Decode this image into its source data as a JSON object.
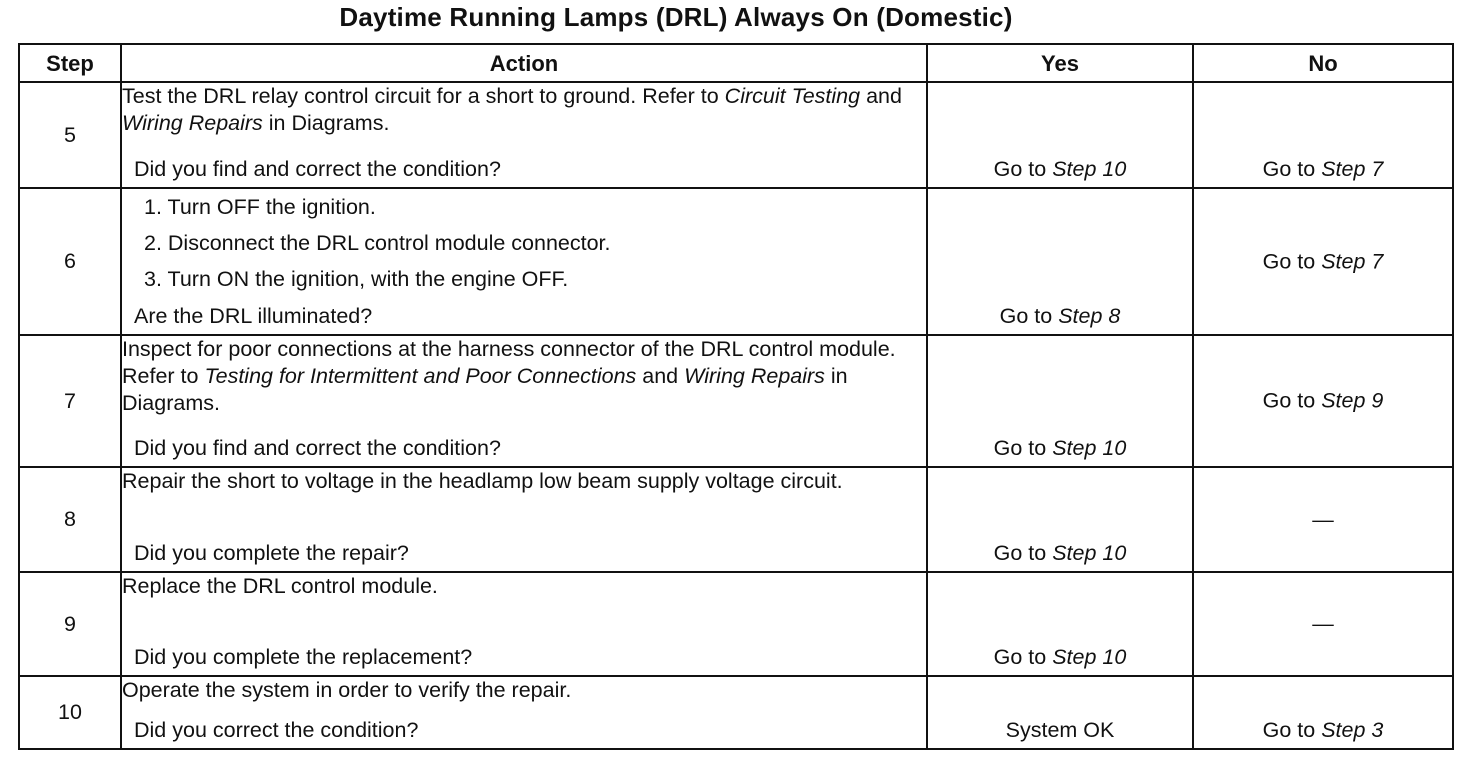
{
  "title": "Daytime Running Lamps (DRL) Always On (Domestic)",
  "columns": {
    "step": "Step",
    "action": "Action",
    "yes": "Yes",
    "no": "No"
  },
  "rows": [
    {
      "step": "5",
      "action_parts": [
        "Test the DRL relay control circuit for a short to ground. Refer to ",
        "Circuit Testing",
        " and ",
        "Wiring Repairs",
        " in Diagrams."
      ],
      "question": "Did you find and correct the condition?",
      "yes_prefix": "Go to ",
      "yes_ref": "Step 10",
      "no_prefix": "Go to ",
      "no_ref": "Step 7"
    },
    {
      "step": "6",
      "action_list": [
        "1.  Turn OFF the ignition.",
        "2.  Disconnect the DRL control module connector.",
        "3.  Turn ON the ignition, with the engine OFF."
      ],
      "question": "Are the DRL illuminated?",
      "yes_prefix": "Go to ",
      "yes_ref": "Step 8",
      "no_prefix": "Go to ",
      "no_ref": "Step 7"
    },
    {
      "step": "7",
      "action_parts": [
        "Inspect for poor connections at the harness connector of the DRL control module. Refer to ",
        "Testing for Intermittent and Poor Connections",
        " and ",
        "Wiring Repairs",
        " in Diagrams."
      ],
      "question": "Did you find and correct the condition?",
      "yes_prefix": "Go to ",
      "yes_ref": "Step 10",
      "no_prefix": "Go to ",
      "no_ref": "Step 9"
    },
    {
      "step": "8",
      "action_text": "Repair the short to voltage in the headlamp low beam supply voltage circuit.",
      "question": "Did you complete the repair?",
      "yes_prefix": "Go to ",
      "yes_ref": "Step 10",
      "no_text": "—"
    },
    {
      "step": "9",
      "action_text": "Replace the DRL control module.",
      "question": "Did you complete the replacement?",
      "yes_prefix": "Go to ",
      "yes_ref": "Step 10",
      "no_text": "—"
    },
    {
      "step": "10",
      "action_text": "Operate the system in order to verify the repair.",
      "question": "Did you correct the condition?",
      "yes_text": "System OK",
      "no_prefix": "Go to ",
      "no_ref": "Step 3"
    }
  ]
}
